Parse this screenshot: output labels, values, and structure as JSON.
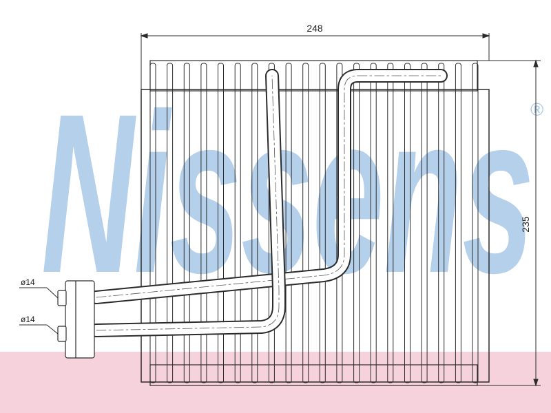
{
  "watermark": {
    "brand": "Nissens",
    "registered_mark": "®",
    "color": "#a9c8e8"
  },
  "dimensions": {
    "width_label": "248",
    "height_label": "235",
    "pipe_upper_label": "ø14",
    "pipe_lower_label": "ø14"
  },
  "colors": {
    "line": "#2b2b2b",
    "band": "#f6d2dc"
  }
}
